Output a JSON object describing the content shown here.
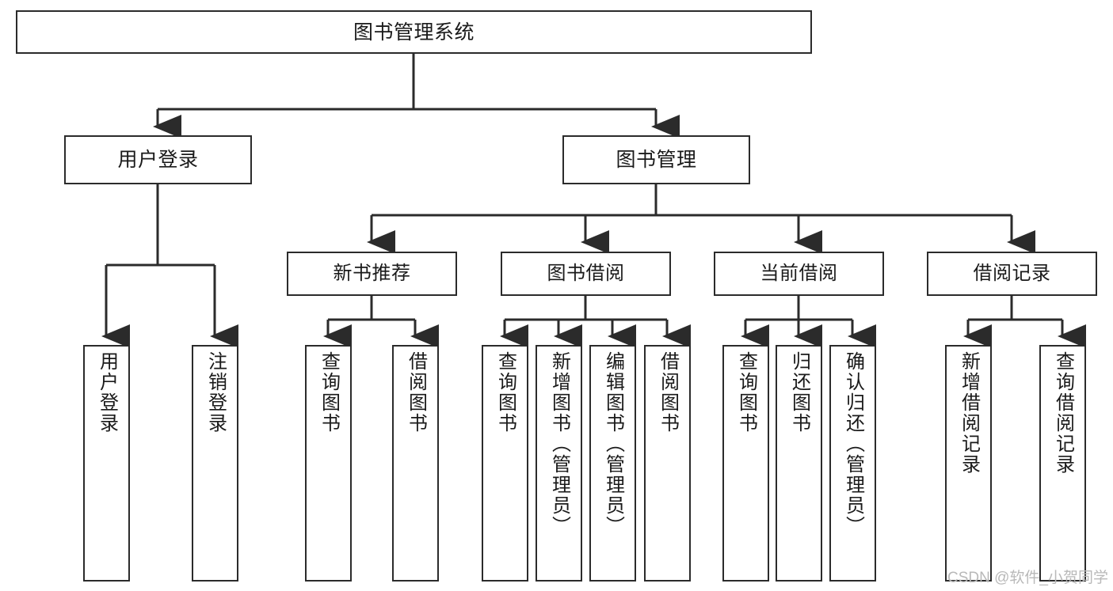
{
  "diagram": {
    "title": "图书管理系统",
    "type": "tree-hierarchy-chart",
    "orientation": "top-down",
    "box_fill": "#ffffff",
    "box_stroke": "#2b2b2b",
    "connector_color": "#2b2b2b"
  },
  "root": {
    "label": "图书管理系统"
  },
  "level2": [
    {
      "id": "user-login",
      "label": "用户登录"
    },
    {
      "id": "book-manage",
      "label": "图书管理"
    }
  ],
  "level3": [
    {
      "id": "new-book-recommend",
      "label": "新书推荐"
    },
    {
      "id": "book-borrow",
      "label": "图书借阅"
    },
    {
      "id": "current-borrow",
      "label": "当前借阅"
    },
    {
      "id": "borrow-record",
      "label": "借阅记录"
    }
  ],
  "leaves": {
    "user_login": [
      {
        "id": "leaf-user-login",
        "label": "用户登录"
      },
      {
        "id": "leaf-logout-login",
        "label": "注销登录"
      }
    ],
    "new_book_recommend": [
      {
        "id": "leaf-query-book-1",
        "label": "查询图书"
      },
      {
        "id": "leaf-borrow-book-1",
        "label": "借阅图书"
      }
    ],
    "book_borrow": [
      {
        "id": "leaf-query-book-2",
        "label": "查询图书"
      },
      {
        "id": "leaf-add-book",
        "label": "新增图书（管理员）"
      },
      {
        "id": "leaf-edit-book",
        "label": "编辑图书（管理员）"
      },
      {
        "id": "leaf-borrow-book-2",
        "label": "借阅图书"
      }
    ],
    "current_borrow": [
      {
        "id": "leaf-query-book-3",
        "label": "查询图书"
      },
      {
        "id": "leaf-return-book",
        "label": "归还图书"
      },
      {
        "id": "leaf-confirm-return",
        "label": "确认归还（管理员）"
      }
    ],
    "borrow_record": [
      {
        "id": "leaf-add-record",
        "label": "新增借阅记录"
      },
      {
        "id": "leaf-query-record",
        "label": "查询借阅记录"
      }
    ]
  },
  "watermark": {
    "text": "CSDN @软件_小贺同学"
  }
}
